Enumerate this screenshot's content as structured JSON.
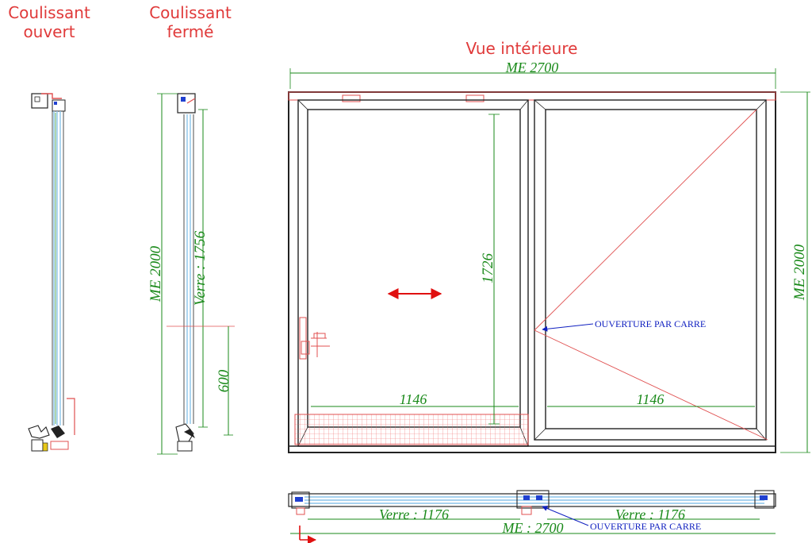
{
  "labels": {
    "coulissant_ouvert": [
      "Coulissant",
      "ouvert"
    ],
    "coulissant_ferme": [
      "Coulissant",
      "fermé"
    ],
    "vue_interieure": "Vue intérieure"
  },
  "dimensions": {
    "me_width_top": "ME 2700",
    "me_height_section": "ME 2000",
    "verre_height": "Verre : 1756",
    "handle_height": "600",
    "glass_height": "1726",
    "left_width": "1146",
    "right_width": "1146",
    "me_height_right": "ME 2000",
    "verre_left": "Verre : 1176",
    "verre_right": "Verre : 1176",
    "me_width_bottom": "ME : 2700"
  },
  "notes": {
    "ouverture_main": "OUVERTURE PAR CARRE",
    "ouverture_bottom": "OUVERTURE PAR CARRE"
  },
  "colors": {
    "frame": "#222222",
    "dimension": "#1a8a1a",
    "annotation": "#1020c0",
    "accent": "#e03a3a",
    "glass": "#8cc4ea"
  }
}
